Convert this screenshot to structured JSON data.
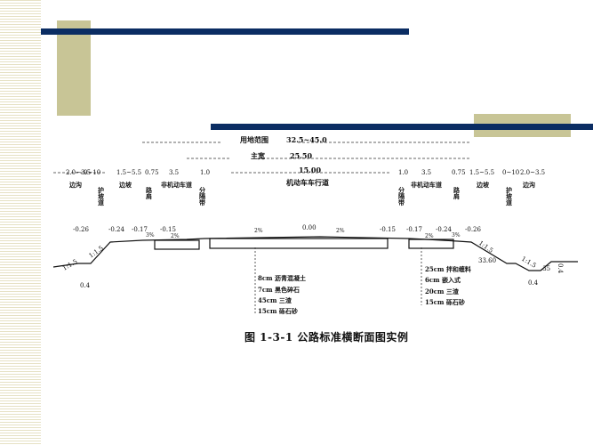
{
  "slide": {
    "colors": {
      "navy_bar": "#0b2d63",
      "olive_block": "#c8c596",
      "stripe": "#e6e1c4"
    }
  },
  "figure": {
    "caption": "图 1-3-1   公路标准横断面图实例",
    "top_dimensions": {
      "land_range_label": "用地范围",
      "land_range_value": "32.5~45.0",
      "roadbed_width_label": "主宽",
      "roadbed_width_value": "25.50",
      "carriageway_value": "15.00",
      "carriageway_label": "机动车车行道"
    },
    "left_side": [
      {
        "value": "2.0~3.5",
        "label": "边沟"
      },
      {
        "value": "0~10",
        "label": "护坡道"
      },
      {
        "value": "1.5~5.5",
        "label": "边坡"
      },
      {
        "value": "0.75",
        "label": "路肩"
      },
      {
        "value": "3.5",
        "label": "非机动车道"
      },
      {
        "value": "1.0",
        "label": "分隔带"
      }
    ],
    "right_side": [
      {
        "value": "1.0",
        "label": "分隔带"
      },
      {
        "value": "3.5",
        "label": "非机动车道"
      },
      {
        "value": "0.75",
        "label": "路肩"
      },
      {
        "value": "1.5~5.5",
        "label": "边坡"
      },
      {
        "value": "0~10",
        "label": "护坡道"
      },
      {
        "value": "2.0~3.5",
        "label": "边沟"
      }
    ],
    "elevations": [
      "-0.26",
      "-0.24",
      "-0.17",
      "-0.15",
      "0.00",
      "-0.15",
      "-0.17",
      "-0.24",
      "-0.26"
    ],
    "slopes": {
      "crown_left": "2%",
      "crown_right": "2%",
      "bike_left": "2%",
      "bike_right": "2%",
      "shoulder_left": "3%",
      "shoulder_right": "3%",
      "embankment": "1:1.5",
      "ditch": "1:1.5",
      "right_embankment": "1:1.5",
      "right_ditch": "1:1.5"
    },
    "misc": {
      "ditch_depth_left": "0.4",
      "ditch_depth_right": "0.4",
      "ditch_bottom_right": "0.4",
      "fill_height": "33.60",
      "right_end": ".35"
    },
    "pavement_main": [
      "8cm 沥青混凝土",
      "7cm 黑色碎石",
      "45cm 三渣",
      "15cm 砾石砂"
    ],
    "pavement_bike": [
      "25cm 拌和缠料",
      "6cm 嵌入式",
      "20cm 三渣",
      "15cm 砾石砂"
    ]
  }
}
